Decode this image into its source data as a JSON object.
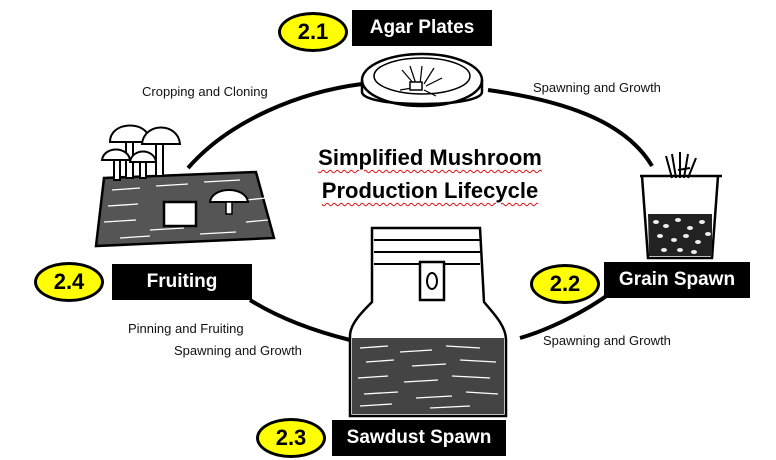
{
  "title": {
    "line1": "Simplified Mushroom",
    "line2": "Production Lifecycle"
  },
  "stages": [
    {
      "number": "2.1",
      "label": "Agar Plates"
    },
    {
      "number": "2.2",
      "label": "Grain Spawn"
    },
    {
      "number": "2.3",
      "label": "Sawdust Spawn"
    },
    {
      "number": "2.4",
      "label": "Fruiting"
    }
  ],
  "edges": {
    "cropping_cloning": "Cropping and Cloning",
    "agar_to_grain": "Spawning and Growth",
    "grain_to_sawdust": "Spawning and Growth",
    "pinning": "Pinning and Fruiting",
    "sawdust_to_fruiting": "Spawning and Growth"
  },
  "colors": {
    "badge_fill": "#ffff00",
    "label_bg": "#000000",
    "label_text": "#ffffff",
    "spellcheck_underline": "#dd1111"
  }
}
